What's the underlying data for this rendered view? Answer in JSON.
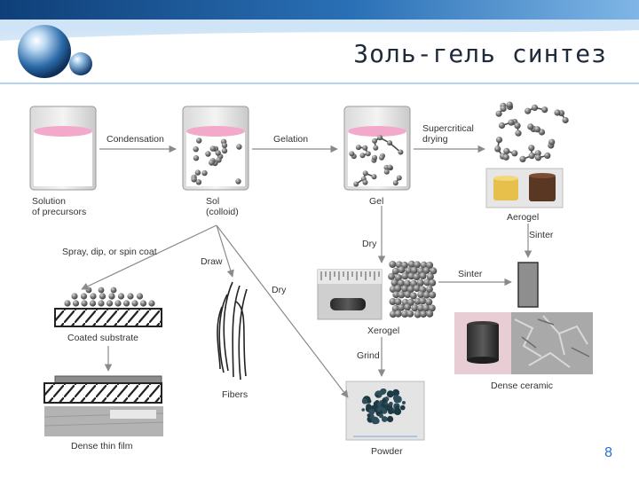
{
  "slide": {
    "title": "Золь-гель синтез",
    "page_number": "8"
  },
  "diagram": {
    "nodes": {
      "solution": "Solution\nof precursors",
      "sol": "Sol\n(colloid)",
      "gel": "Gel",
      "aerogel": "Aerogel",
      "xerogel": "Xerogel",
      "dense_ceramic": "Dense ceramic",
      "coated_substrate": "Coated substrate",
      "dense_thin_film": "Dense thin film",
      "fibers": "Fibers",
      "powder": "Powder"
    },
    "processes": {
      "condensation": "Condensation",
      "gelation": "Gelation",
      "supercritical_drying": "Supercritical\ndrying",
      "sinter_aerogel": "Sinter",
      "dry_gel": "Dry",
      "sinter_xerogel": "Sinter",
      "spray": "Spray, dip, or spin coat",
      "draw": "Draw",
      "dry_sol": "Dry",
      "grind": "Grind"
    }
  },
  "colors": {
    "header_dark": "#1a4f8e",
    "header_light": "#8fc0ea",
    "liquid_pink": "#f3a9c9",
    "particle_gray": "#6d6d6d",
    "arrow_gray": "#9a9a9a",
    "page_number": "#2a6fd6"
  }
}
